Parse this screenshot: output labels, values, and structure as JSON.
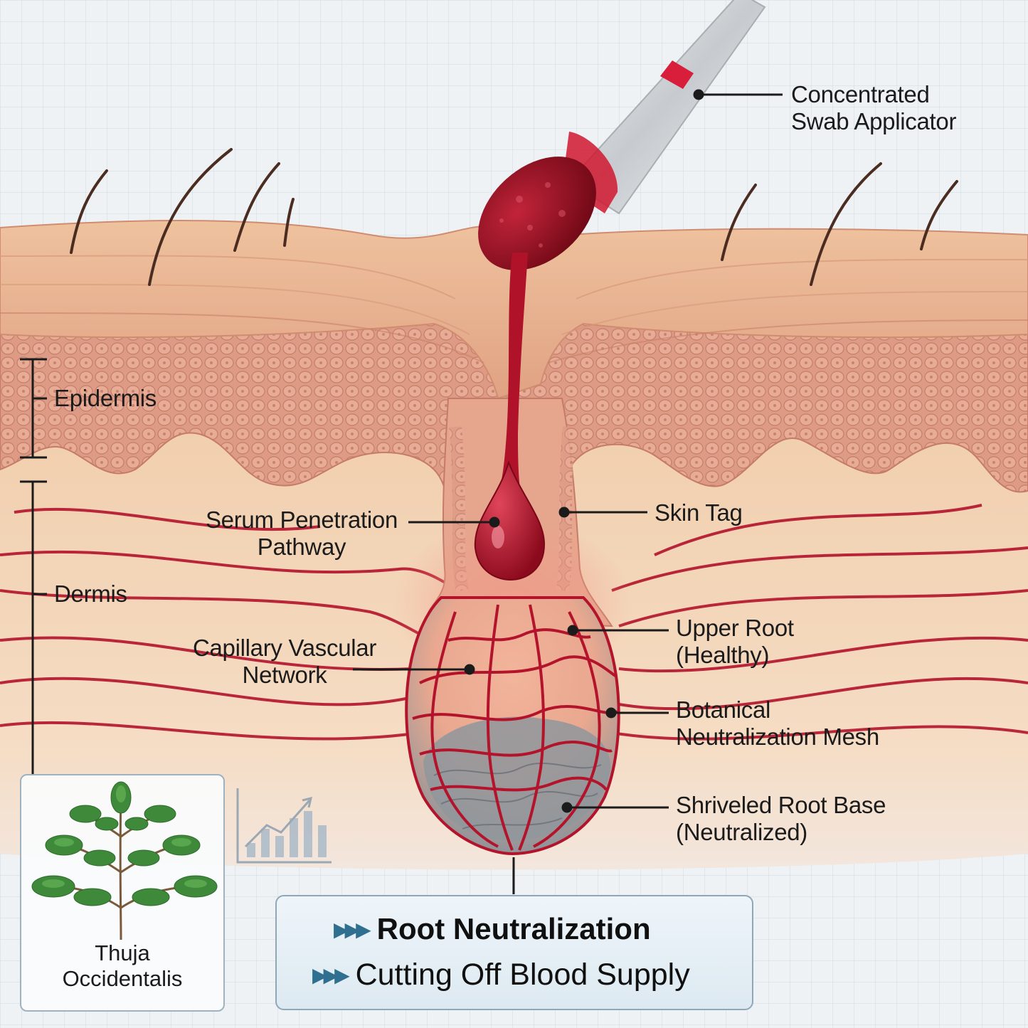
{
  "labels": {
    "applicator": [
      "Concentrated",
      "Swab Applicator"
    ],
    "epidermis": "Epidermis",
    "dermis": "Dermis",
    "serum": [
      "Serum Penetration",
      "Pathway"
    ],
    "skin_tag": "Skin Tag",
    "capillary": [
      "Capillary Vascular",
      "Network"
    ],
    "upper_root": [
      "Upper Root",
      "(Healthy)"
    ],
    "mesh": [
      "Botanical",
      "Neutralization Mesh"
    ],
    "root_base": [
      "Shriveled Root Base",
      "(Neutralized)"
    ]
  },
  "plant": {
    "caption": [
      "Thuja",
      "Occidentalis"
    ]
  },
  "banner": {
    "line1": "Root Neutralization",
    "line2": "Cutting Off Blood Supply"
  },
  "colors": {
    "skin": "#e9b48f",
    "epidermis": "#d99680",
    "dermis": "#f3d3b3",
    "blood": "#b3132b",
    "serum": "#9e0c22",
    "root_neutralized": "#8f969c",
    "banner_arrow": "#2f6f8f"
  }
}
